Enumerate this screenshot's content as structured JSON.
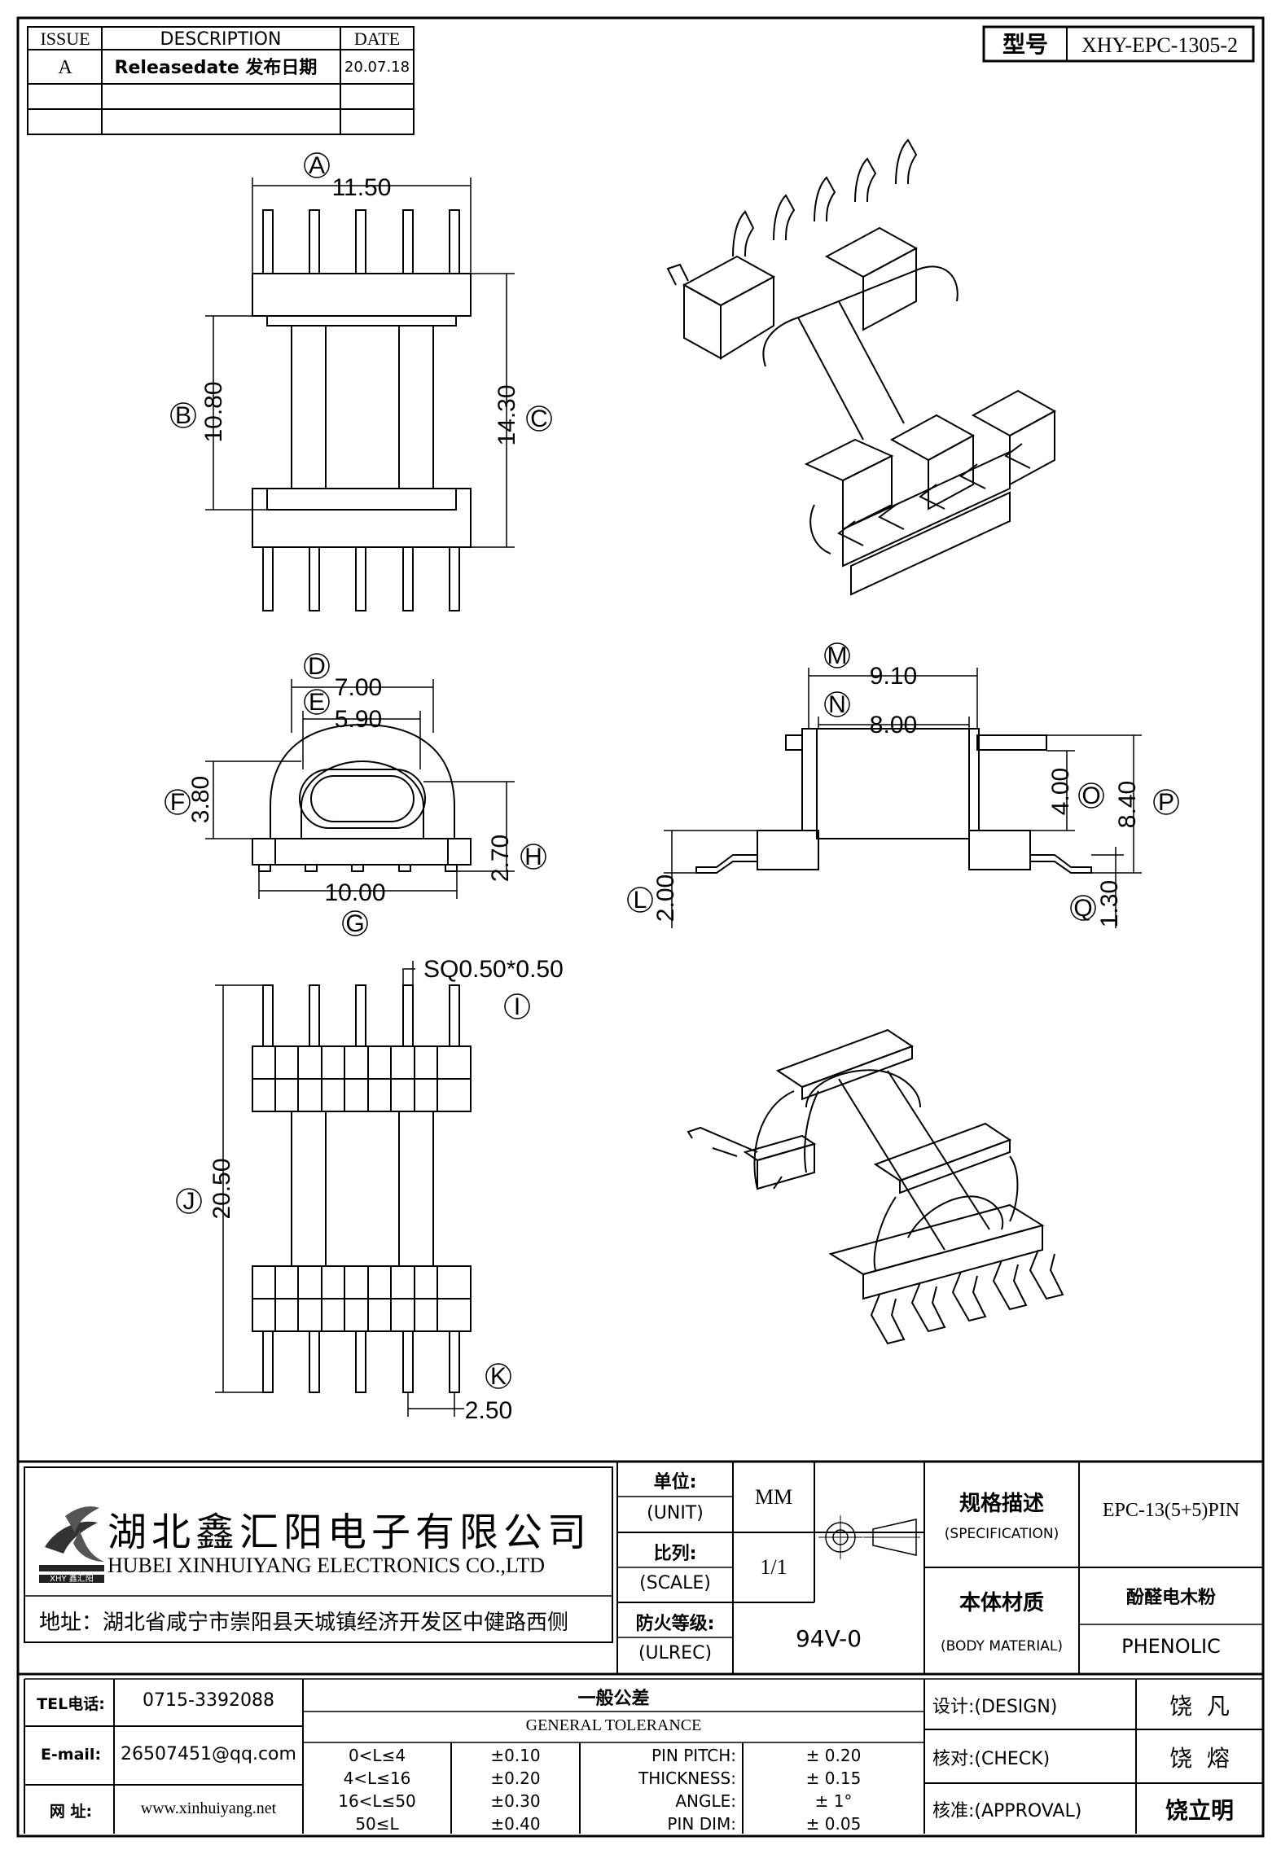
{
  "revision_table": {
    "headers": [
      "ISSUE",
      "DESCRIPTION",
      "DATE"
    ],
    "rows": [
      [
        "A",
        "Releasedate 发布日期",
        "20.07.18"
      ],
      [
        "",
        "",
        ""
      ],
      [
        "",
        "",
        ""
      ]
    ]
  },
  "model": {
    "label": "型号",
    "value": "XHY-EPC-1305-2"
  },
  "dimensions": {
    "A": "11.50",
    "B": "10.80",
    "C": "14.30",
    "D": "7.00",
    "E": "5.90",
    "F": "3.80",
    "G": "10.00",
    "H": "2.70",
    "I": "SQ0.50*0.50",
    "J": "20.50",
    "K": "2.50",
    "L": "2.00",
    "M": "9.10",
    "N": "8.00",
    "O": "4.00",
    "P": "8.40",
    "Q": "1.30"
  },
  "company": {
    "name_cn": "湖北鑫汇阳电子有限公司",
    "name_en": "HUBEI XINHUIYANG ELECTRONICS CO.,LTD",
    "address": "地址：湖北省咸宁市崇阳县天城镇经济开发区中健路西侧",
    "logo_text": "XHY 鑫汇阳"
  },
  "title_block": {
    "unit_cn": "单位:",
    "unit_en": "(UNIT)",
    "unit_value": "MM",
    "scale_cn": "比列:",
    "scale_en": "(SCALE)",
    "scale_value": "1/1",
    "fire_cn": "防火等级:",
    "fire_en": "(ULREC)",
    "fire_value": "94V-0",
    "spec_cn": "规格描述",
    "spec_en": "(SPECIFICATION)",
    "spec_value": "EPC-13(5+5)PIN",
    "material_cn": "本体材质",
    "material_en": "(BODY MATERIAL)",
    "material_value_cn": "酚醛电木粉",
    "material_value_en": "PHENOLIC"
  },
  "contact": {
    "tel_label": "TEL电话:",
    "tel": "0715-3392088",
    "email_label": "E-mail:",
    "email": "26507451@qq.com",
    "web_label": "网 址:",
    "web": "www.xinhuiyang.net"
  },
  "tolerance": {
    "title_cn": "一般公差",
    "title_en": "GENERAL TOLERANCE",
    "ranges": [
      [
        "0<L≤4",
        "±0.10"
      ],
      [
        "4<L≤16",
        "±0.20"
      ],
      [
        "16<L≤50",
        "±0.30"
      ],
      [
        "50≤L",
        "±0.40"
      ]
    ],
    "items": [
      [
        "PIN PITCH:",
        "± 0.20"
      ],
      [
        "THICKNESS:",
        "± 0.15"
      ],
      [
        "ANGLE:",
        "± 1°"
      ],
      [
        "PIN DIM:",
        "± 0.05"
      ]
    ]
  },
  "signoff": {
    "design_label": "设计:(DESIGN)",
    "design_name": "饶  凡",
    "check_label": "核对:(CHECK)",
    "check_name": "饶  熔",
    "approval_label": "核准:(APPROVAL)",
    "approval_name": "饶立明"
  }
}
